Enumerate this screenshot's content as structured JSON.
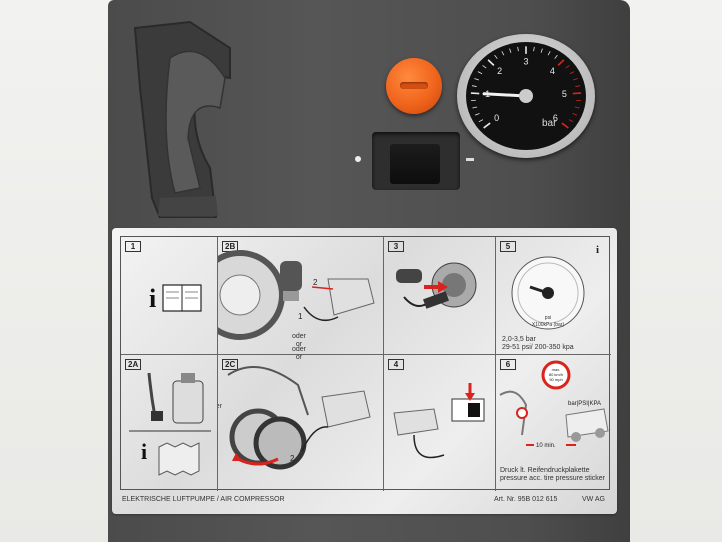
{
  "gauge": {
    "scale": [
      "0",
      "1",
      "2",
      "3",
      "4",
      "5",
      "6"
    ],
    "unit": "bar",
    "needle_value": 1.0
  },
  "label": {
    "steps": [
      "1",
      "2B",
      "3",
      "5",
      "2A",
      "2C",
      "4",
      "6"
    ],
    "step2b_num1": "2",
    "step2b_num2": "1",
    "step2c_num": "2",
    "oder1": "oder",
    "oder2": "or",
    "oder3": "oder",
    "oder4": "or",
    "pressure_line1": "2,0-3,5 bar",
    "pressure_line2": "29-51 psi/ 200-350 kpa",
    "gauge_psi": "psi",
    "gauge_kpa": "X100kPa (bar)",
    "step6_car": "bar|PSI|KPA",
    "step6_sign_l1": "max.",
    "step6_sign_l2": "80 km/h",
    "step6_sign_l3": "50 mph",
    "step6_time": "10 min.",
    "step6_line1": "Druck lt. Reifendruckplakette",
    "step6_line2": "pressure acc. tire pressure sticker",
    "footer_title": "ELEKTRISCHE LUFTPUMPE / AIR COMPRESSOR",
    "article": "Art. Nr. 95B 012 615",
    "brand": "VW AG",
    "info_icon": "i"
  },
  "colors": {
    "accent_orange": "#f0641c",
    "warning_red": "#d9231c",
    "housing": "#4e4e4e"
  }
}
